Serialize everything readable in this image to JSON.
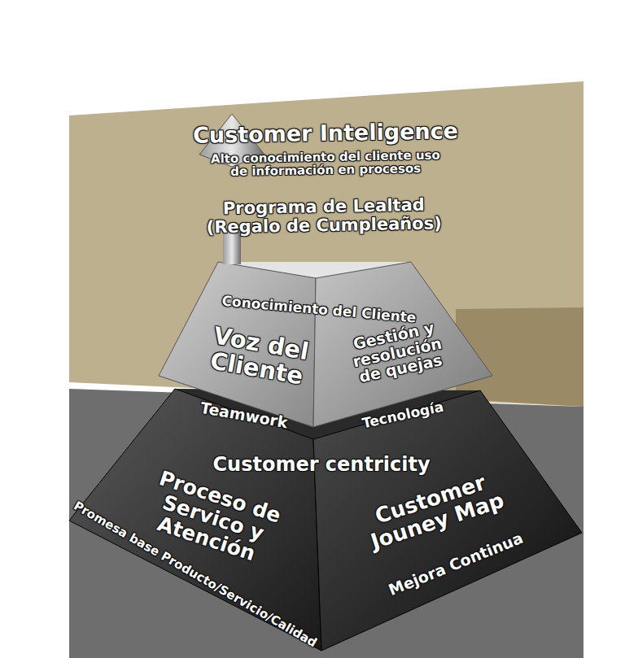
{
  "diagram": {
    "nodes": [
      {
        "text": [
          "Customer Inteligence",
          "Alto conocimiento del cliente uso de información en procesos",
          "Programa de Lealtad (Regalo de Cumpleaños)"
        ]
      },
      {
        "text": [
          "Conocimiento del Cliente",
          "Voz del Cliente",
          "Gestión y resolución de quejas"
        ]
      },
      {
        "text": [
          "Teamwork",
          "Tecnología",
          "Customer centricity",
          "Proceso de Servico y Atención",
          "Customer Jouney Map",
          "Promesa base Producto/Servicio/Calidad",
          "Mejora Continua"
        ]
      }
    ]
  }
}
